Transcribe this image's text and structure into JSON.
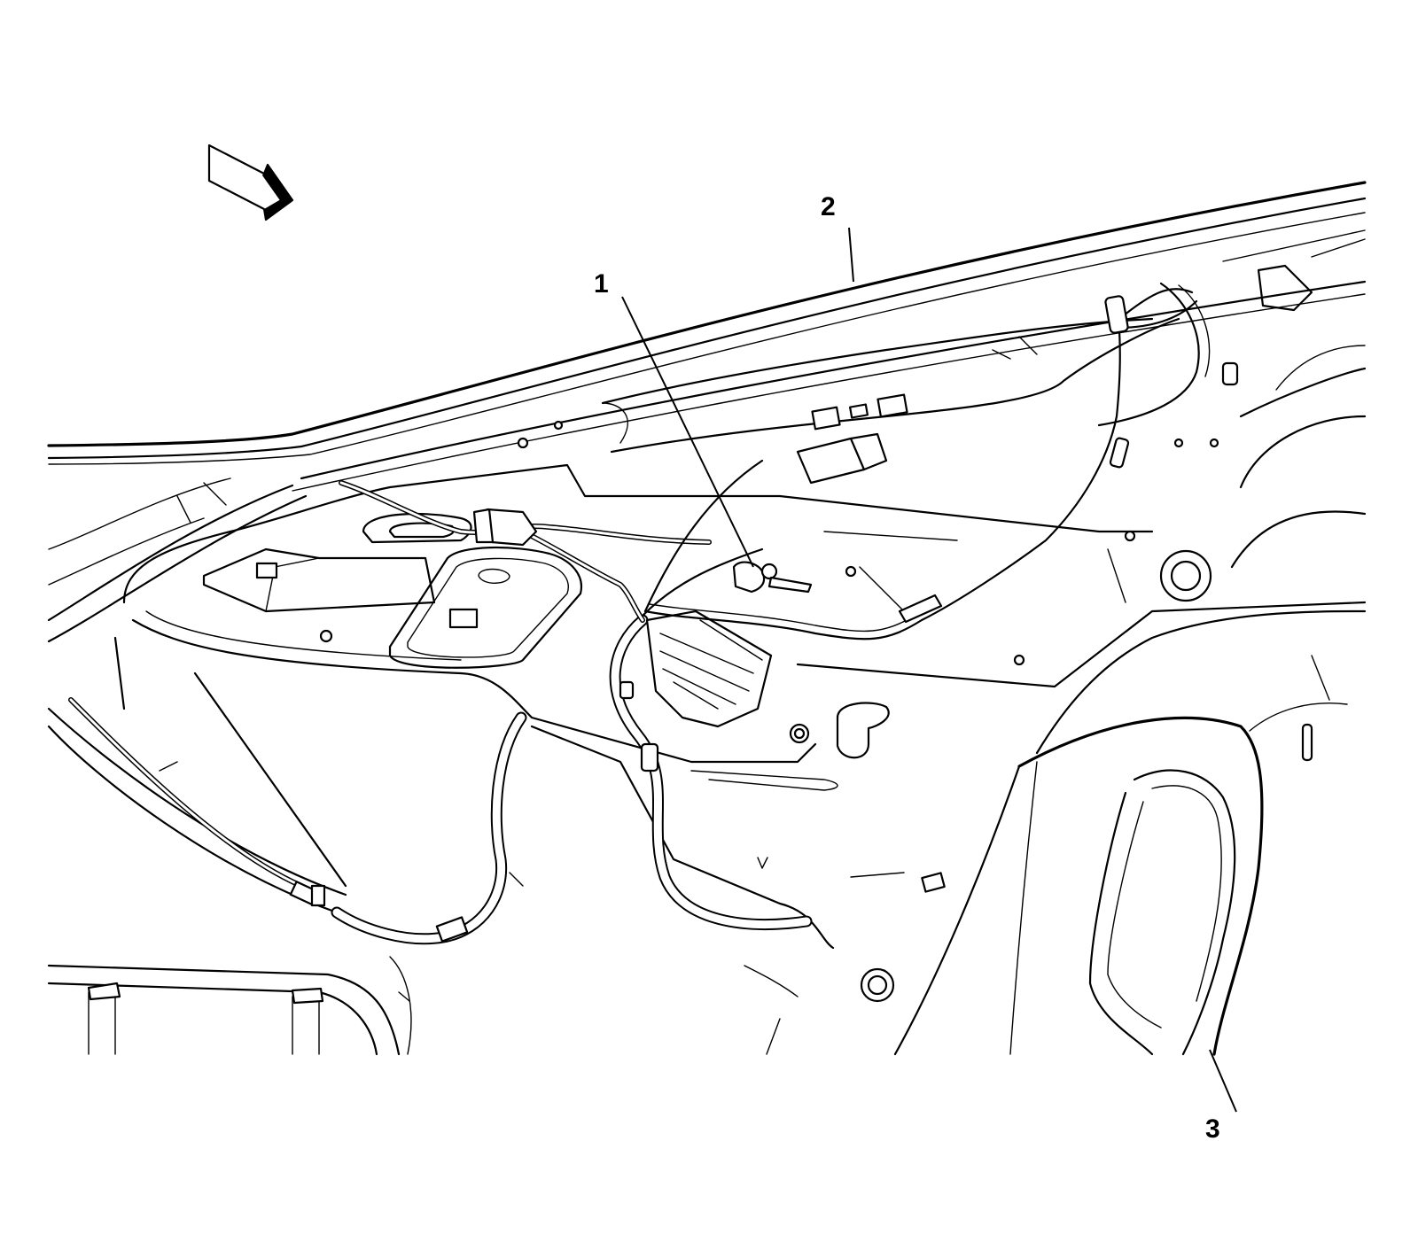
{
  "figure": {
    "callouts": [
      {
        "id": "1",
        "label": "1"
      },
      {
        "id": "2",
        "label": "2"
      },
      {
        "id": "3",
        "label": "3"
      }
    ],
    "orientation_icon": "direction-arrow-icon",
    "stroke_color": "#000000",
    "background_color": "#ffffff"
  }
}
